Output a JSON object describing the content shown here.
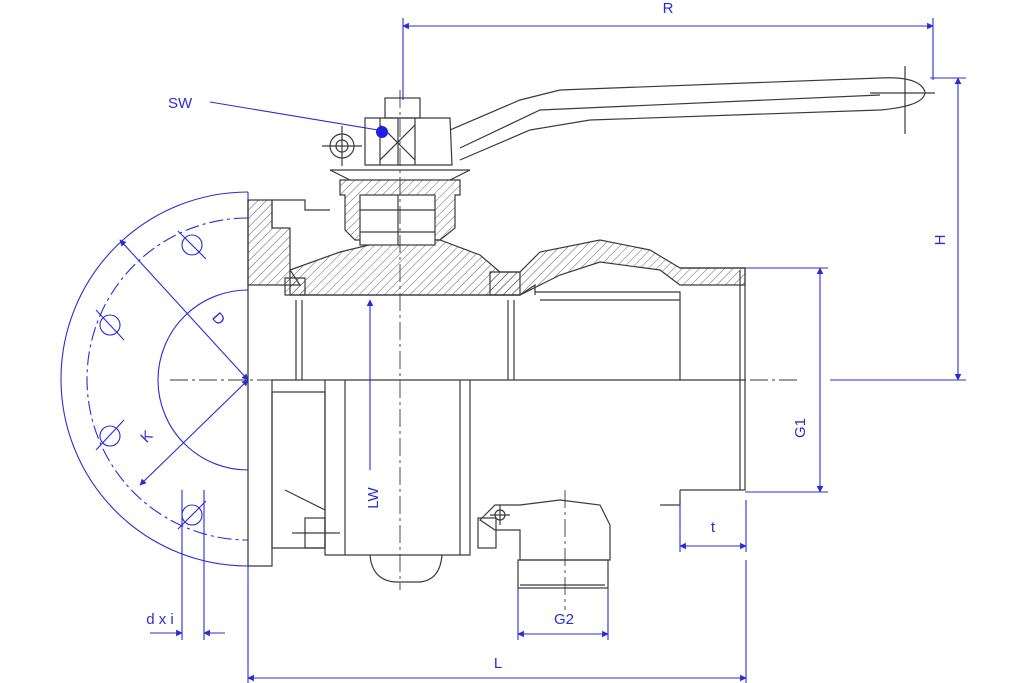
{
  "colors": {
    "part": "#3a3a3a",
    "dimension": "#2b2bd6",
    "marker": "#1f1fe0",
    "background": "#ffffff"
  },
  "labels": {
    "R": "R",
    "SW": "SW",
    "H": "H",
    "D": "D",
    "K": "K",
    "LW": "LW",
    "G1": "G1",
    "t": "t",
    "G2": "G2",
    "dxi": "d x i",
    "L": "L"
  }
}
